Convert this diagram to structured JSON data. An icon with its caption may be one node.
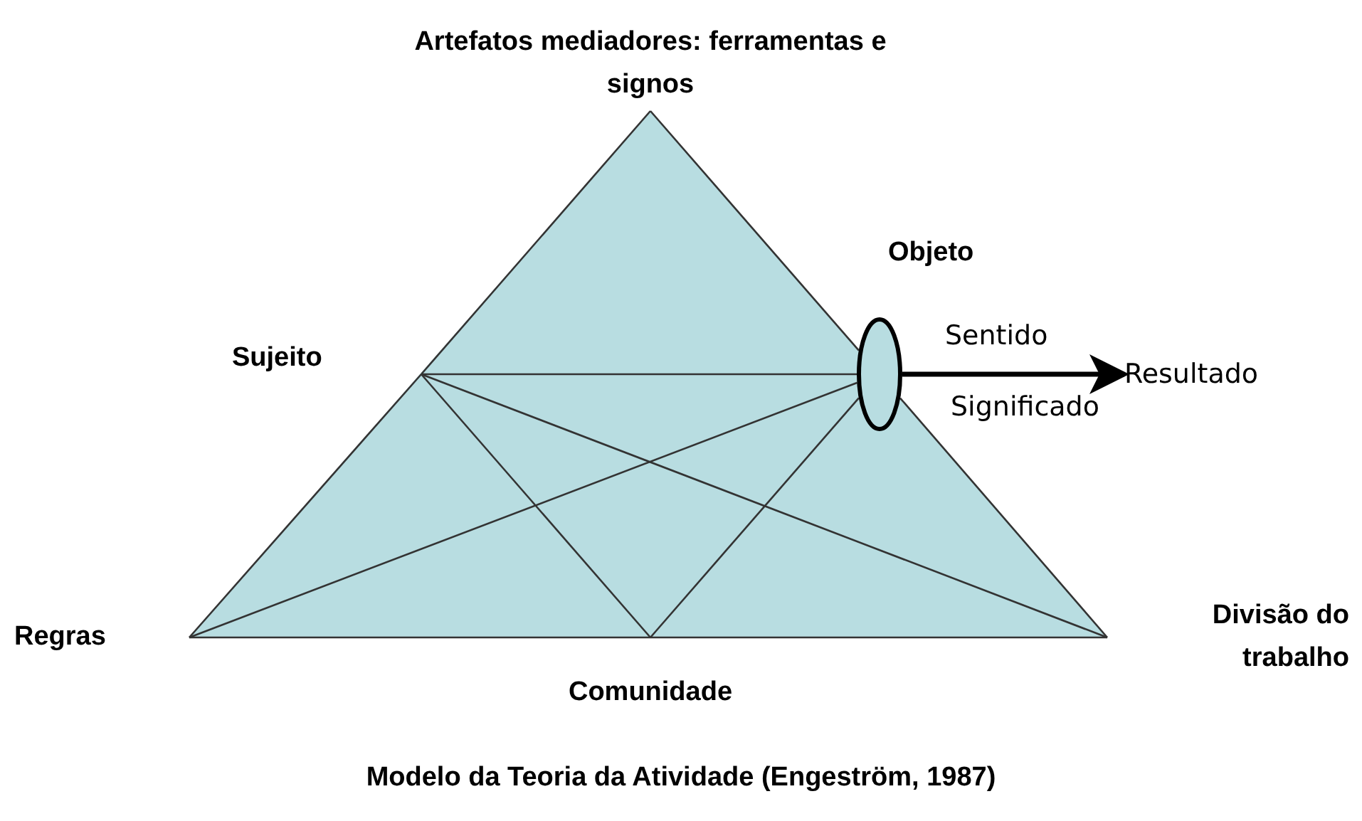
{
  "diagram": {
    "caption": "Modelo da Teoria da Atividade (Engeström, 1987)",
    "nodes": [
      {
        "text": [
          "Artefatos mediadores: ferramentas e signos"
        ]
      },
      {
        "text": [
          "Objeto"
        ]
      },
      {
        "text": [
          "Sujeito"
        ]
      },
      {
        "text": [
          "Resultado"
        ]
      },
      {
        "text": [
          "Regras"
        ]
      },
      {
        "text": [
          "Divisão do trabalho"
        ]
      },
      {
        "text": [
          "Comunidade"
        ]
      }
    ],
    "edges": [
      {
        "from": 0,
        "to": 2,
        "arrow": "none"
      },
      {
        "from": 2,
        "to": 4,
        "arrow": "none"
      },
      {
        "from": 0,
        "to": 1,
        "arrow": "none"
      },
      {
        "from": 1,
        "to": 5,
        "arrow": "none"
      },
      {
        "from": 4,
        "to": 6,
        "arrow": "none"
      },
      {
        "from": 6,
        "to": 5,
        "arrow": "none"
      },
      {
        "from": 2,
        "to": 1,
        "arrow": "none"
      },
      {
        "from": 2,
        "to": 6,
        "arrow": "none"
      },
      {
        "from": 2,
        "to": 5,
        "arrow": "none"
      },
      {
        "from": 4,
        "to": 1,
        "arrow": "none"
      },
      {
        "from": 6,
        "to": 1,
        "arrow": "none"
      },
      {
        "from": 1,
        "to": 3,
        "arrow": "to",
        "label": "Sentido",
        "style": "thick"
      }
    ],
    "labels": [
      "Significado"
    ]
  }
}
